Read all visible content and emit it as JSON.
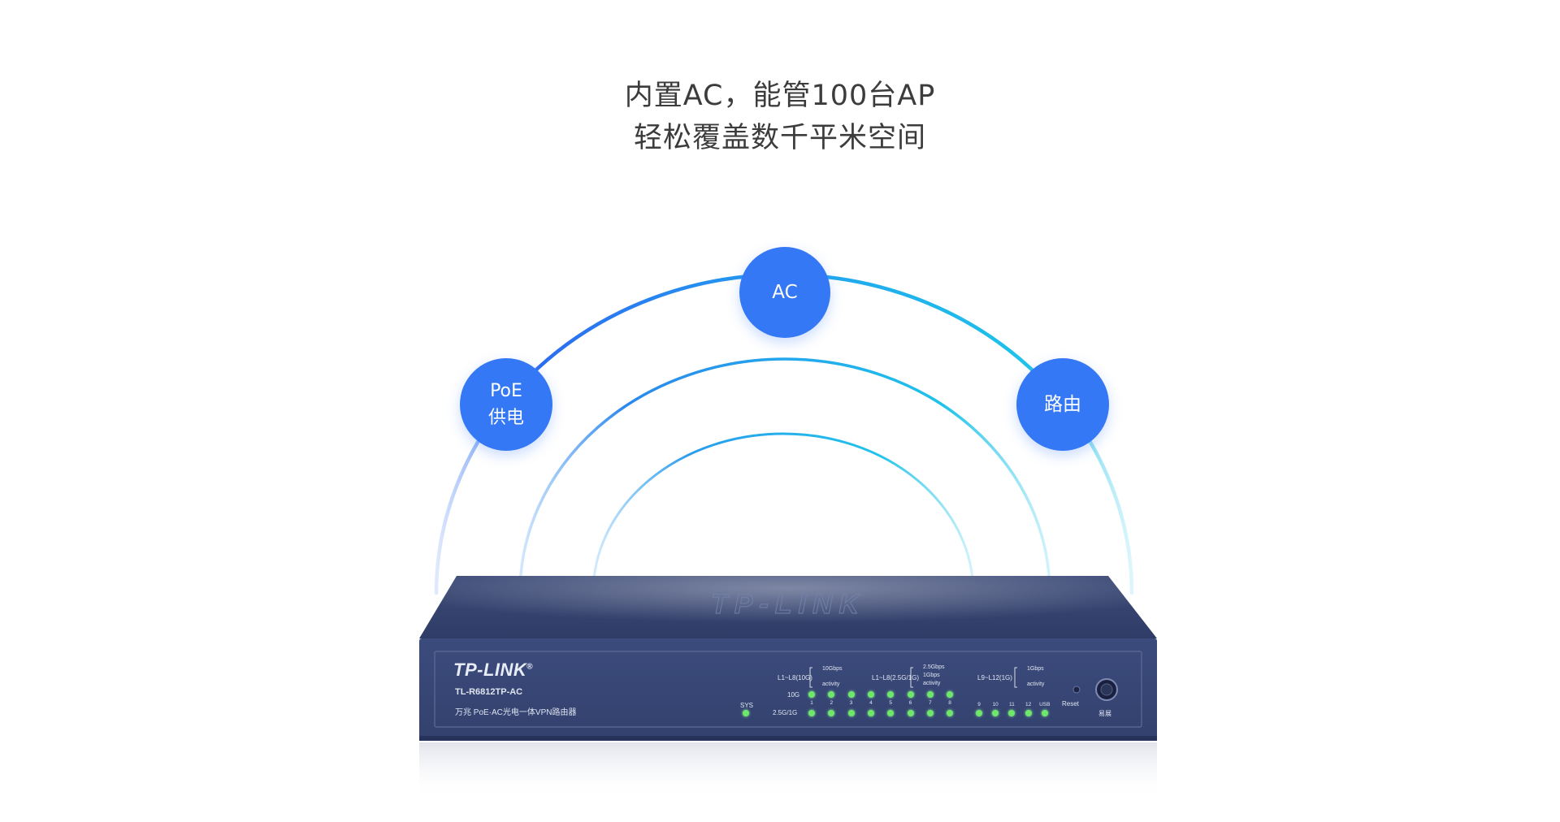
{
  "headline": {
    "line1": "内置AC，能管100台AP",
    "line2": "轻松覆盖数千平米空间"
  },
  "bubbles": {
    "ac": "AC",
    "poe_line1": "PoE",
    "poe_line2": "供电",
    "routing": "路由"
  },
  "device": {
    "brand": "TP-LINK",
    "brand_mark": "®",
    "top_logo": "TP-LINK",
    "model": "TL-R6812TP-AC",
    "description": "万兆 PoE·AC光电一体VPN路由器",
    "sys_label": "SYS",
    "row_10g_label": "10G",
    "row_25g_label": "2.5G/1G",
    "group1_label": "L1~L8(10G)",
    "group1_legend": [
      "10Gbps",
      "activity"
    ],
    "group2_label": "L1~L8(2.5G/1G)",
    "group2_legend": [
      "2.5Gbps",
      "1Gbps",
      "activity"
    ],
    "group3_label": "L9~L12(1G)",
    "group3_legend": [
      "1Gbps",
      "activity"
    ],
    "ports_left": [
      "1",
      "2",
      "3",
      "4",
      "5",
      "6",
      "7",
      "8"
    ],
    "ports_right": [
      "9",
      "10",
      "11",
      "12",
      "USB"
    ],
    "reset_label": "Reset",
    "power_label": "易展"
  },
  "colors": {
    "bubble": "#3478f6",
    "arc_inner": "#1ec3ea",
    "arc_outer": "#2c6df0",
    "device_body": "#3d4c7a",
    "led": "#6ee86a"
  }
}
